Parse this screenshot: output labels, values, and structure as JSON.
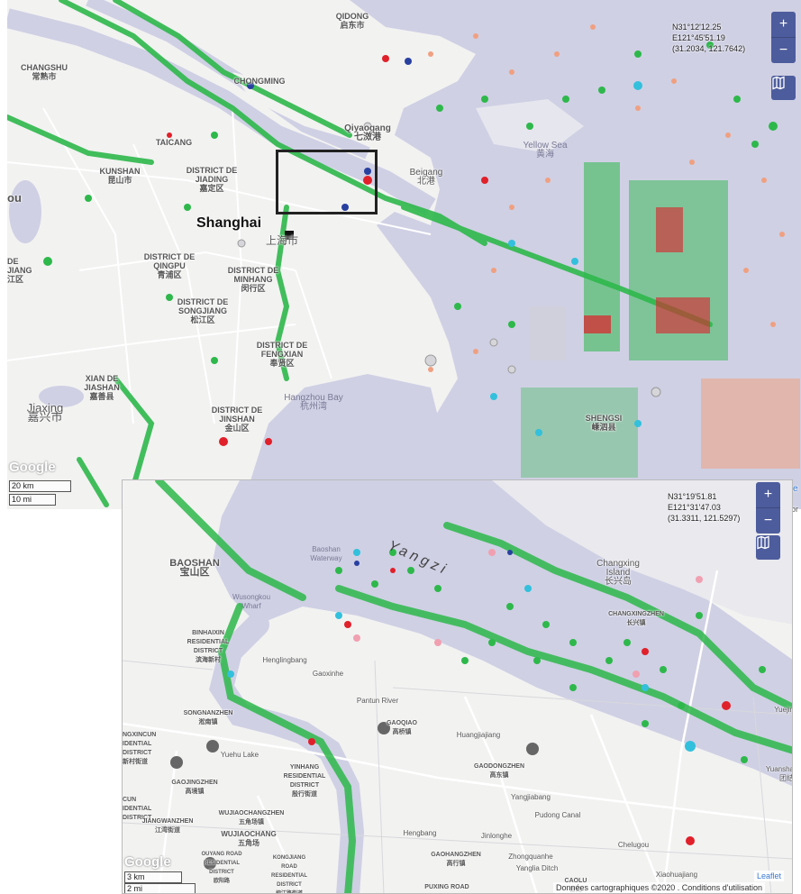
{
  "colors": {
    "water": "#cfd0e4",
    "land": "#f2f2f1",
    "vessel_green": "#2eb84b",
    "vessel_red": "#e0202a",
    "vessel_cyan": "#33c0dc",
    "vessel_orange": "#f0a080",
    "vessel_blue": "#2840a0",
    "control_button": "#4d5c9c"
  },
  "top_map": {
    "coordinates": {
      "lat": "N31°12'12.25",
      "lon": "E121°45'51.19",
      "decimal": "(31.2034, 121.7642)"
    },
    "zoom_in": "+",
    "zoom_out": "−",
    "layers_icon": "map-layers-icon",
    "places": {
      "qidong": "QIDONG\n启东市",
      "changshu": "CHANGSHU\n常熟市",
      "chongming": "CHONGMING",
      "qiyaogang": "Qiyaogang\n七滧港",
      "taicang": "TAICANG",
      "kunshan": "KUNSHAN\n昆山市",
      "jiading": "DISTRICT DE\nJIADING\n嘉定区",
      "beigang": "Beigang\n北港",
      "yellow_sea": "Yellow Sea\n黄海",
      "shanghai": "Shanghai",
      "shanghai_cn": "上海市",
      "qingpu": "DISTRICT DE\nQINGPU\n青浦区",
      "minhang": "DISTRICT DE\nMINHANG\n闵行区",
      "songjiang": "DISTRICT DE\nSONGJIANG\n松江区",
      "fengxian": "DISTRICT DE\nFENGXIAN\n奉贤区",
      "jiashan": "XIAN DE\nJIASHAN\n嘉善县",
      "jiaxing": "Jiaxing\n嘉兴市",
      "jinshan": "DISTRICT DE\nJINSHAN\n金山区",
      "hangzhou_bay": "Hangzhou Bay\n杭州湾",
      "shengsi": "SHENGSI\n嵊泗县",
      "jiang": "JIANG\n江区"
    },
    "google": "Google",
    "scale_km": "20 km",
    "scale_mi": "10 mi"
  },
  "bottom_map": {
    "coordinates": {
      "lat": "N31°19'51.81",
      "lon": "E121°31'47.03",
      "decimal": "(31.3311, 121.5297)"
    },
    "zoom_in": "+",
    "zoom_out": "−",
    "layers_icon": "map-layers-icon",
    "places": {
      "yangzi": "Yangzi",
      "baoshan": "BAOSHAN\n宝山区",
      "baoshan_waterway": "Baoshan\nWaterway",
      "wusongkou": "Wusongkou\nWharf",
      "changxing": "Changxing\nIsland\n长兴岛",
      "changxingzhen": "CHANGXINGZHEN\n长兴镇",
      "binhaixin": "BINHAIXIN\nRESIDENTIAL\nDISTRICT\n滨海新村",
      "henglingbang": "Henglingbang",
      "gaoxinhe": "Gaoxinhe",
      "pantun": "Pantun River",
      "songnanzhen": "SONGNANZHEN\n淞南镇",
      "xincun": "NGXINCUN\nIDENTIAL\nDISTRICT\n新村街道",
      "yuehu": "Yuehu Lake",
      "gaoqiao": "GAOQIAO\n高桥镇",
      "huangjiajiang": "Huangjiajiang",
      "gaojingzhen": "GAOJINGZHEN\n高境镇",
      "yinhang": "YINHANG\nRESIDENTIAL\nDISTRICT\n殷行街道",
      "gaodongzhen": "GAODONGZHEN\n高东镇",
      "yangjiabang": "Yangjiabang",
      "pudong_canal": "Pudong Canal",
      "cun": "CUN\nIDENTIAL\nDISTRICT",
      "jiangwanzhen": "JIANGWANZHEN\n江湾街道",
      "wujiaochangzhen": "WUJIAOCHANGZHEN\n五角场镇",
      "wujiaochang": "WUJIAOCHANG\n五角场",
      "hengbang": "Hengbang",
      "jinlonghe": "Jinlonghe",
      "gaohangzhen": "GAOHANGZHEN\n高行镇",
      "zhongquanhe": "Zhongquanhe",
      "yanglia_ditch": "Yanglia Ditch",
      "chelugou": "Chelugou",
      "xiaohuajiang": "Xiaohuajiang",
      "yuejin": "Yuejin",
      "yuanshan": "Yuansha\n团结",
      "ouyang": "OUYANG ROAD\nRESIDENTIAL\nDISTRICT\n欧阳路",
      "kongjiang": "KONGJIANG\nROAD\nRESIDENTIAL\nDISTRICT\n控江路街道",
      "puxing": "PUXING ROAD",
      "caolu": "CAOLU\n曹路"
    },
    "google": "Google",
    "scale_km": "3 km",
    "scale_mi": "2 mi",
    "attribution": "Données cartographiques ©2020 . Conditions d'utilisation",
    "leaflet": "Leaflet"
  },
  "edge_fragments": {
    "left_top": "ou",
    "left_mid": "DE\nJIANG\n江区",
    "right_e": "e",
    "right_or": "or"
  }
}
